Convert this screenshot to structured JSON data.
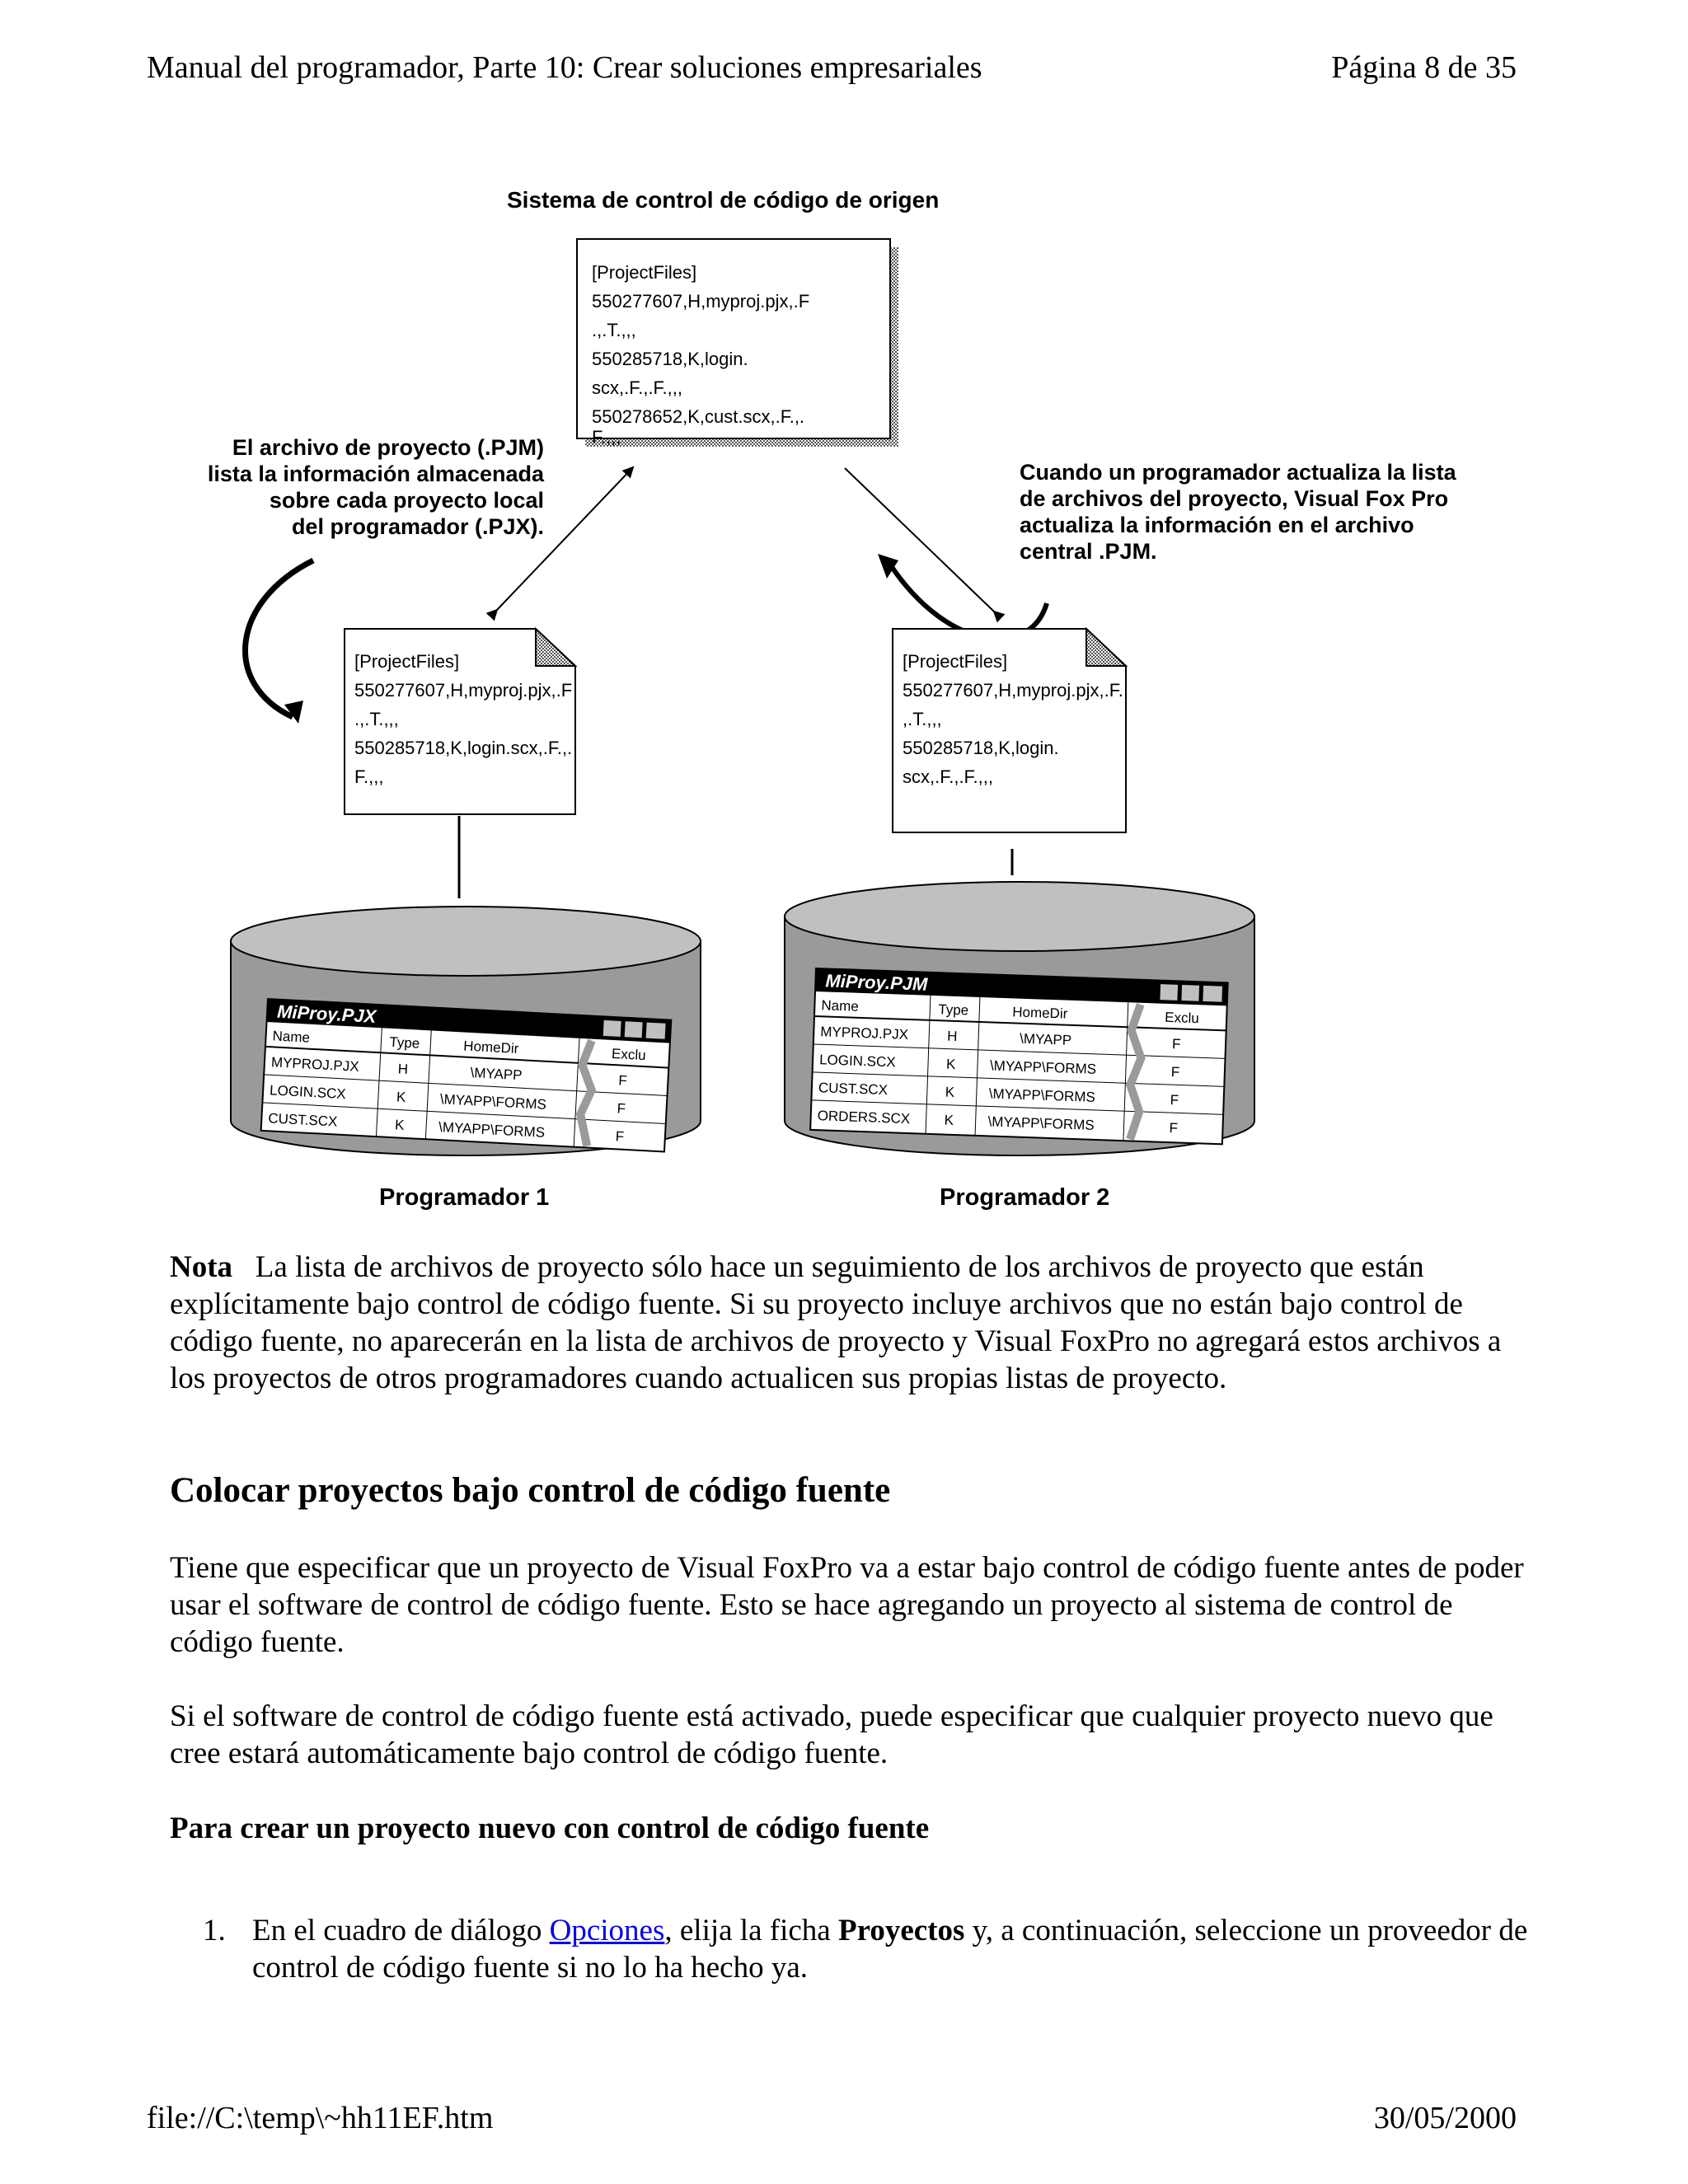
{
  "header": {
    "title": "Manual del programador, Parte 10: Crear soluciones empresariales",
    "page": "Página 8 de 35"
  },
  "figure": {
    "title": "Sistema de control de código de origen",
    "central_file_lines": [
      "[ProjectFiles]",
      "550277607,H,myproj.pjx,.F",
      ".,.T.,,,",
      "550285718,K,login.",
      "scx,.F.,.F.,,,",
      "550278652,K,cust.scx,.F.,.",
      "F.,,,"
    ],
    "left_note_lines": [
      "El archivo de proyecto (.PJM)",
      "lista la información almacenada",
      "sobre cada proyecto local",
      "del programador (.PJX)."
    ],
    "right_note_lines": [
      "Cuando un programador actualiza la lista",
      "de archivos del proyecto, Visual Fox Pro",
      "actualiza la información en el archivo",
      "central .PJM."
    ],
    "dev1_file_lines": [
      "[ProjectFiles]",
      "550277607,H,myproj.pjx,.F",
      ".,.T.,,,",
      "550285718,K,login.scx,.F.,.",
      "F.,,,"
    ],
    "dev2_file_lines": [
      "[ProjectFiles]",
      "550277607,H,myproj.pjx,.F.",
      ",.T.,,,",
      "550285718,K,login.",
      "scx,.F.,.F.,,,"
    ],
    "dev1_window": {
      "title": "MiProy.PJX",
      "columns": [
        "Name",
        "Type",
        "HomeDir",
        "Exclu"
      ],
      "rows": [
        [
          "MYPROJ.PJX",
          "H",
          "\\MYAPP",
          "F"
        ],
        [
          "LOGIN.SCX",
          "K",
          "\\MYAPP\\FORMS",
          "F"
        ],
        [
          "CUST.SCX",
          "K",
          "\\MYAPP\\FORMS",
          "F"
        ]
      ]
    },
    "dev2_window": {
      "title": "MiProy.PJM",
      "columns": [
        "Name",
        "Type",
        "HomeDir",
        "Exclu"
      ],
      "rows": [
        [
          "MYPROJ.PJX",
          "H",
          "\\MYAPP",
          "F"
        ],
        [
          "LOGIN.SCX",
          "K",
          "\\MYAPP\\FORMS",
          "F"
        ],
        [
          "CUST.SCX",
          "K",
          "\\MYAPP\\FORMS",
          "F"
        ],
        [
          "ORDERS.SCX",
          "K",
          "\\MYAPP\\FORMS",
          "F"
        ]
      ]
    },
    "dev1_label": "Programador 1",
    "dev2_label": "Programador 2"
  },
  "note": {
    "label": "Nota",
    "text": "La lista de archivos de proyecto sólo hace un seguimiento de los archivos de proyecto que están explícitamente bajo control de código fuente. Si su proyecto incluye archivos que no están bajo control de código fuente, no aparecerán en la lista de archivos de proyecto y Visual FoxPro no agregará estos archivos a los proyectos de otros programadores cuando actualicen sus propias listas de proyecto."
  },
  "section": {
    "heading": "Colocar proyectos bajo control de código fuente",
    "para1": "Tiene que especificar que un proyecto de Visual FoxPro va a estar bajo control de código fuente antes de poder usar el software de control de código fuente. Esto se hace agregando un proyecto al sistema de control de código fuente.",
    "para2": "Si el software de control de código fuente está activado, puede especificar que cualquier proyecto nuevo que cree estará automáticamente bajo control de código fuente.",
    "subheading": "Para crear un proyecto nuevo con control de código fuente"
  },
  "steps": [
    {
      "number": "1.",
      "text_before": "En el cuadro de diálogo ",
      "link": "Opciones",
      "text_mid": ", elija la ficha ",
      "bold": "Proyectos",
      "text_after": " y, a continuación, seleccione un proveedor de control de código fuente si no lo ha hecho ya."
    }
  ],
  "footer": {
    "path": "file://C:\\temp\\~hh11EF.htm",
    "date": "30/05/2000"
  }
}
